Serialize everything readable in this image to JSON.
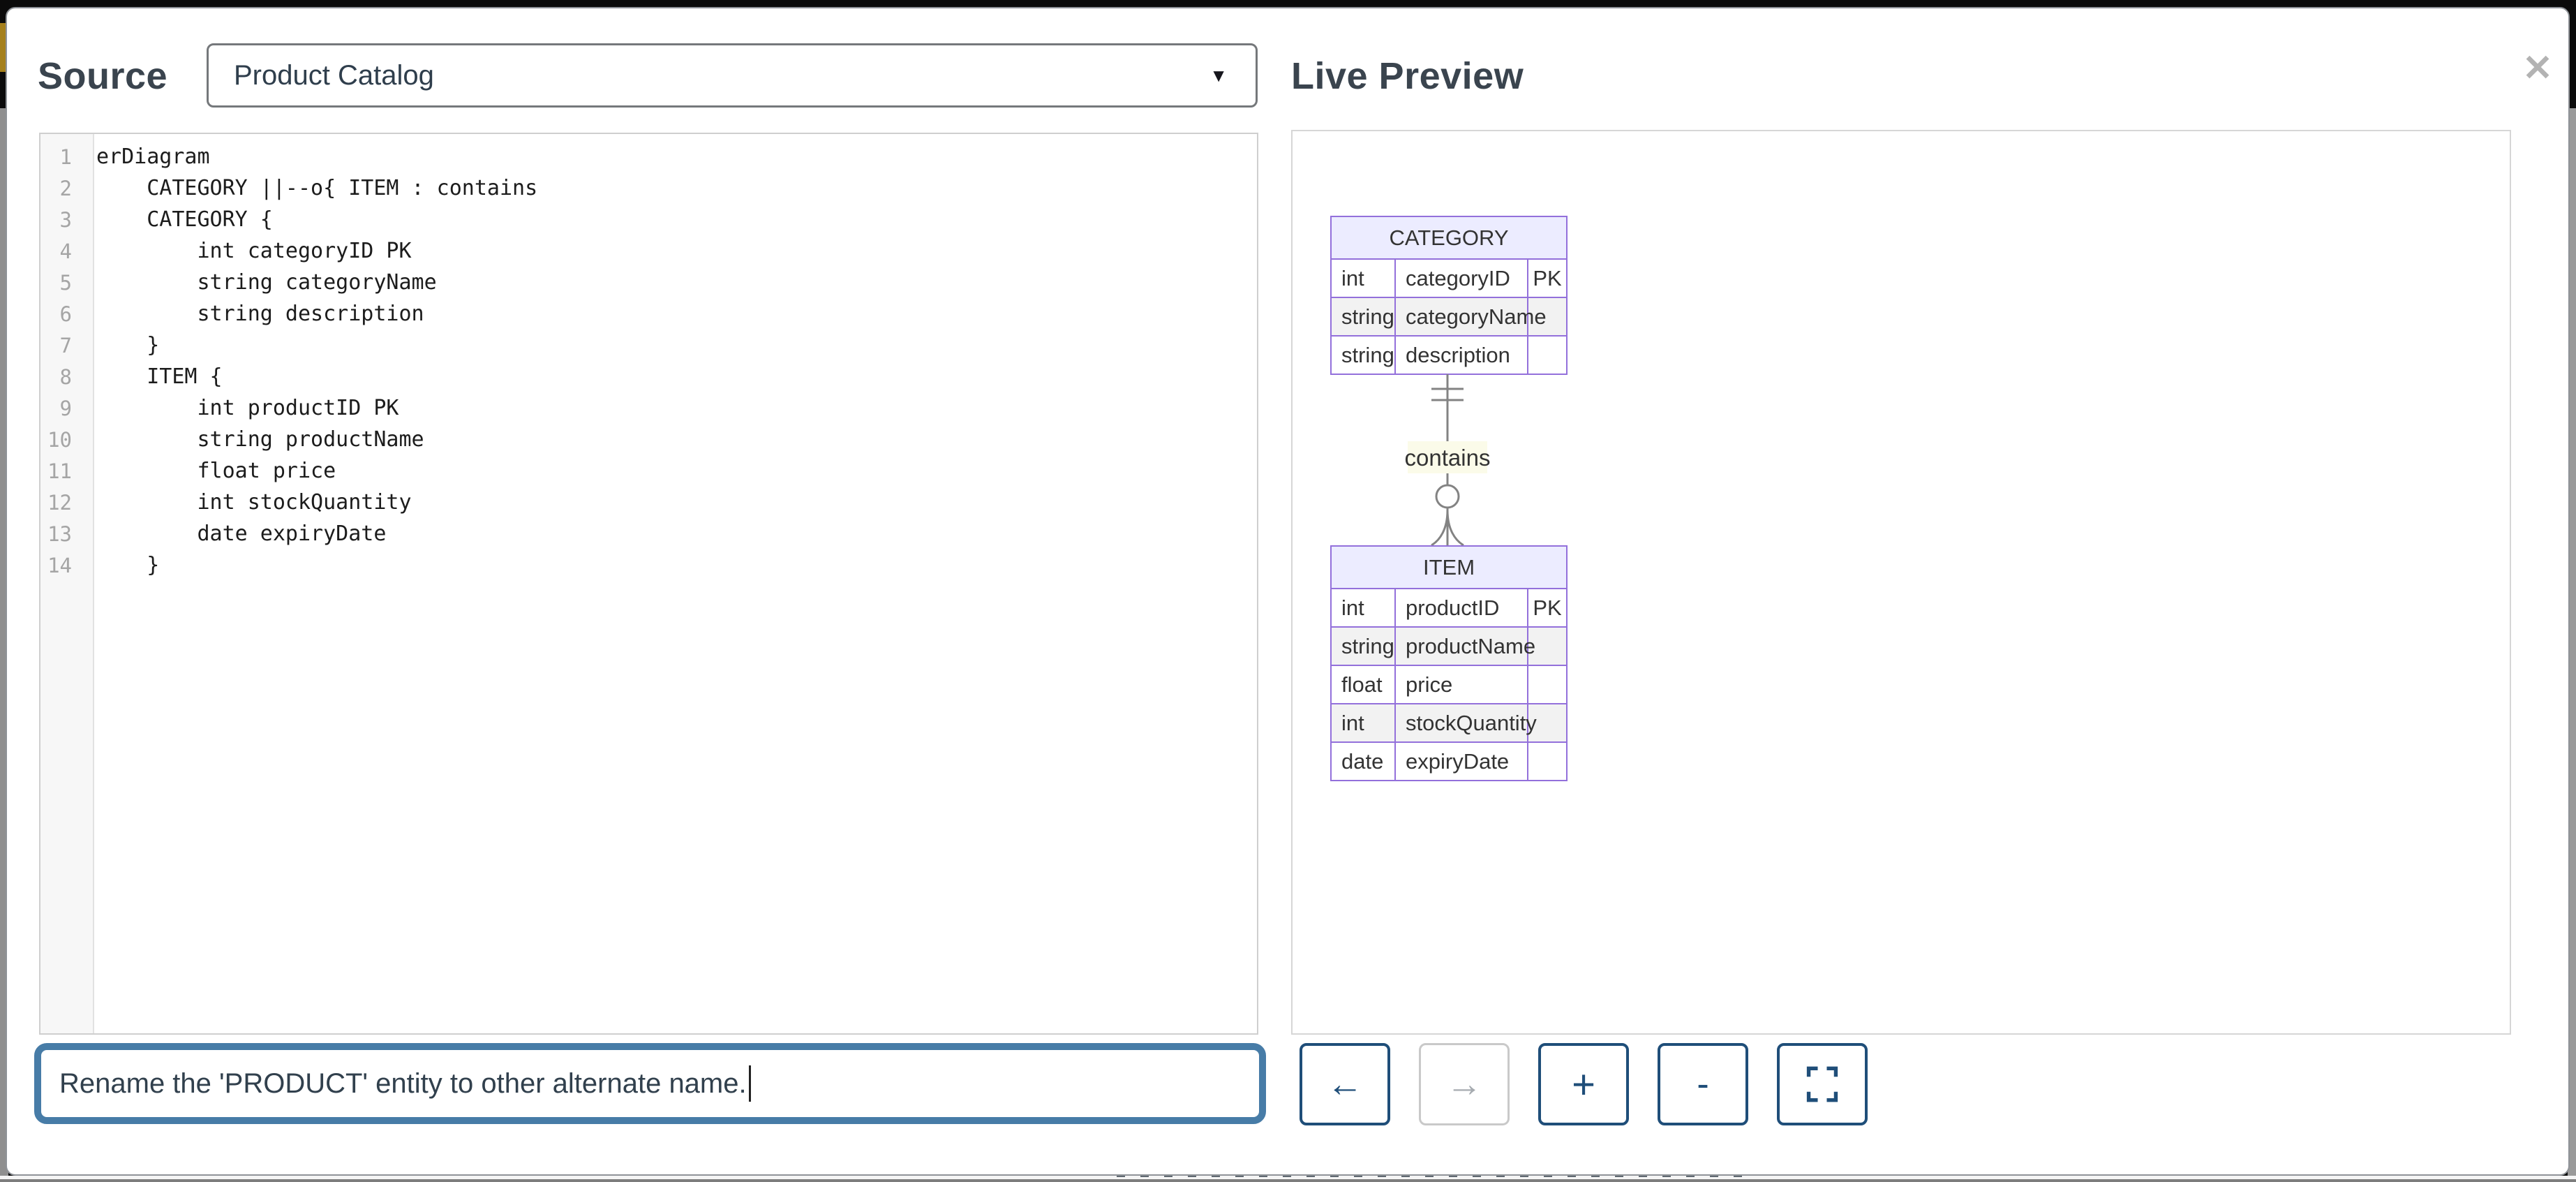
{
  "source_panel": {
    "heading": "Source",
    "dropdown": {
      "value": "Product Catalog"
    },
    "editor": {
      "lines": [
        {
          "n": "1",
          "text": "erDiagram"
        },
        {
          "n": "2",
          "text": "    CATEGORY ||--o{ ITEM : contains"
        },
        {
          "n": "3",
          "text": "    CATEGORY {"
        },
        {
          "n": "4",
          "text": "        int categoryID PK"
        },
        {
          "n": "5",
          "text": "        string categoryName"
        },
        {
          "n": "6",
          "text": "        string description"
        },
        {
          "n": "7",
          "text": "    }"
        },
        {
          "n": "8",
          "text": "    ITEM {"
        },
        {
          "n": "9",
          "text": "        int productID PK"
        },
        {
          "n": "10",
          "text": "        string productName"
        },
        {
          "n": "11",
          "text": "        float price"
        },
        {
          "n": "12",
          "text": "        int stockQuantity"
        },
        {
          "n": "13",
          "text": "        date expiryDate"
        },
        {
          "n": "14",
          "text": "    }"
        }
      ]
    },
    "prompt_input": {
      "value": "Rename the 'PRODUCT' entity to other alternate name."
    }
  },
  "preview_panel": {
    "heading": "Live Preview",
    "diagram": {
      "type": "er",
      "relationship": {
        "from": "CATEGORY",
        "to": "ITEM",
        "label": "contains",
        "notation": "||--o{"
      },
      "entities": [
        {
          "name": "CATEGORY",
          "rows": [
            [
              "int",
              "categoryID",
              "PK"
            ],
            [
              "string",
              "categoryName",
              ""
            ],
            [
              "string",
              "description",
              ""
            ]
          ]
        },
        {
          "name": "ITEM",
          "rows": [
            [
              "int",
              "productID",
              "PK"
            ],
            [
              "string",
              "productName",
              ""
            ],
            [
              "float",
              "price",
              ""
            ],
            [
              "int",
              "stockQuantity",
              ""
            ],
            [
              "date",
              "expiryDate",
              ""
            ]
          ]
        }
      ]
    }
  },
  "icons": {
    "close": "✕",
    "caret_down": "▼",
    "back": "←",
    "forward": "→",
    "zoom_in": "+",
    "zoom_out": "-",
    "fullscreen": "corner-brackets"
  },
  "colors": {
    "accent_blue": "#477ca7",
    "button_navy": "#1f4e79",
    "er_border": "#9370db",
    "er_header_fill": "#ececff",
    "er_row_even": "#f2f2f2",
    "er_edge_gray": "#838383",
    "er_label_bg": "#fbfbe9",
    "heading_text": "#3a444e"
  }
}
